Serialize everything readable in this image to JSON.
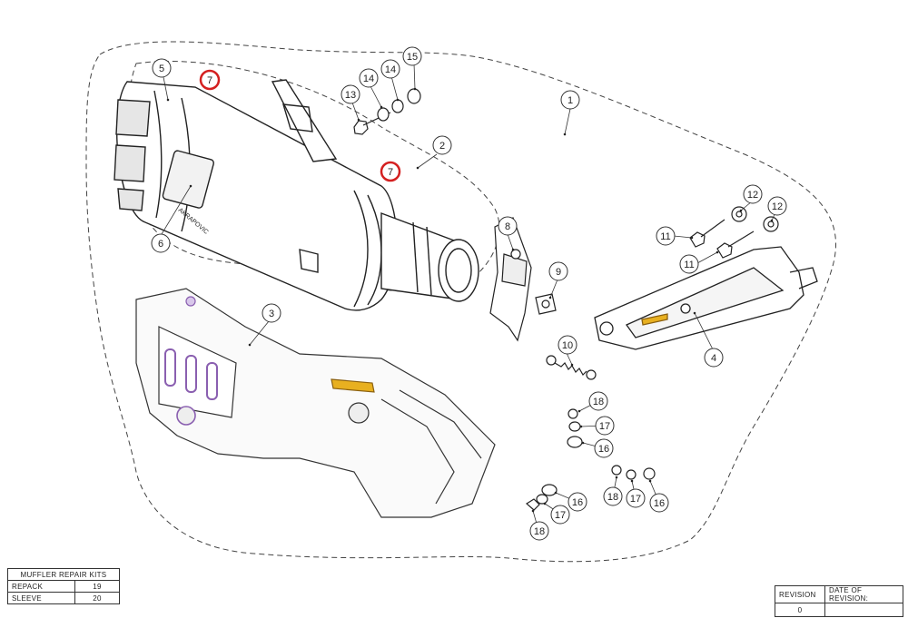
{
  "callouts": [
    {
      "label": "1"
    },
    {
      "label": "2"
    },
    {
      "label": "3"
    },
    {
      "label": "4"
    },
    {
      "label": "5"
    },
    {
      "label": "6"
    },
    {
      "label": "7"
    },
    {
      "label": "7"
    },
    {
      "label": "8"
    },
    {
      "label": "9"
    },
    {
      "label": "10"
    },
    {
      "label": "11"
    },
    {
      "label": "11"
    },
    {
      "label": "12"
    },
    {
      "label": "12"
    },
    {
      "label": "13"
    },
    {
      "label": "14"
    },
    {
      "label": "14"
    },
    {
      "label": "15"
    },
    {
      "label": "16"
    },
    {
      "label": "16"
    },
    {
      "label": "16"
    },
    {
      "label": "17"
    },
    {
      "label": "17"
    },
    {
      "label": "17"
    },
    {
      "label": "18"
    },
    {
      "label": "18"
    },
    {
      "label": "18"
    }
  ],
  "kits_table": {
    "title": "MUFFLER REPAIR KITS",
    "rows": [
      {
        "name": "REPACK",
        "value": "19"
      },
      {
        "name": "SLEEVE",
        "value": "20"
      }
    ]
  },
  "revision_table": {
    "col_revision": "REVISION",
    "col_date": "DATE OF REVISION:",
    "revision_value": "0",
    "date_value": ""
  },
  "colors": {
    "line": "#333333",
    "highlight_ring": "#d42020",
    "accent_purple": "#8a5fb0",
    "accent_yellow": "#e8b020"
  },
  "logo_text": "AKRAPOVIC"
}
